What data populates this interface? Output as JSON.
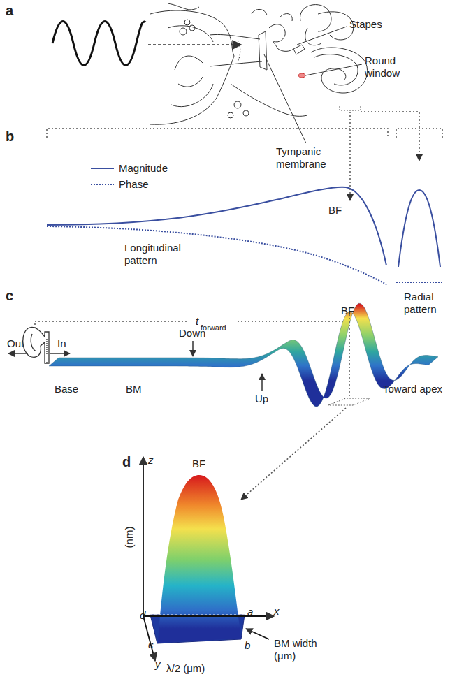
{
  "diagram": {
    "labels": [
      "a",
      "Stapes",
      "Round window",
      "Tympanic membrane",
      "b",
      "BF",
      "Longitudinal pattern",
      "Radial pattern",
      "c",
      "t",
      "forward",
      "BF",
      "Out",
      "In",
      "Down",
      "Up",
      "Base",
      "BM",
      "Toward apex",
      "d",
      "BF",
      "z",
      "(nm)",
      "x",
      "y",
      "a",
      "b",
      "c",
      "d",
      "λ/2 (μm)",
      "BM width (μm)"
    ],
    "legend": [
      {
        "text": "Magnitude"
      },
      {
        "text": "Phase"
      }
    ]
  }
}
